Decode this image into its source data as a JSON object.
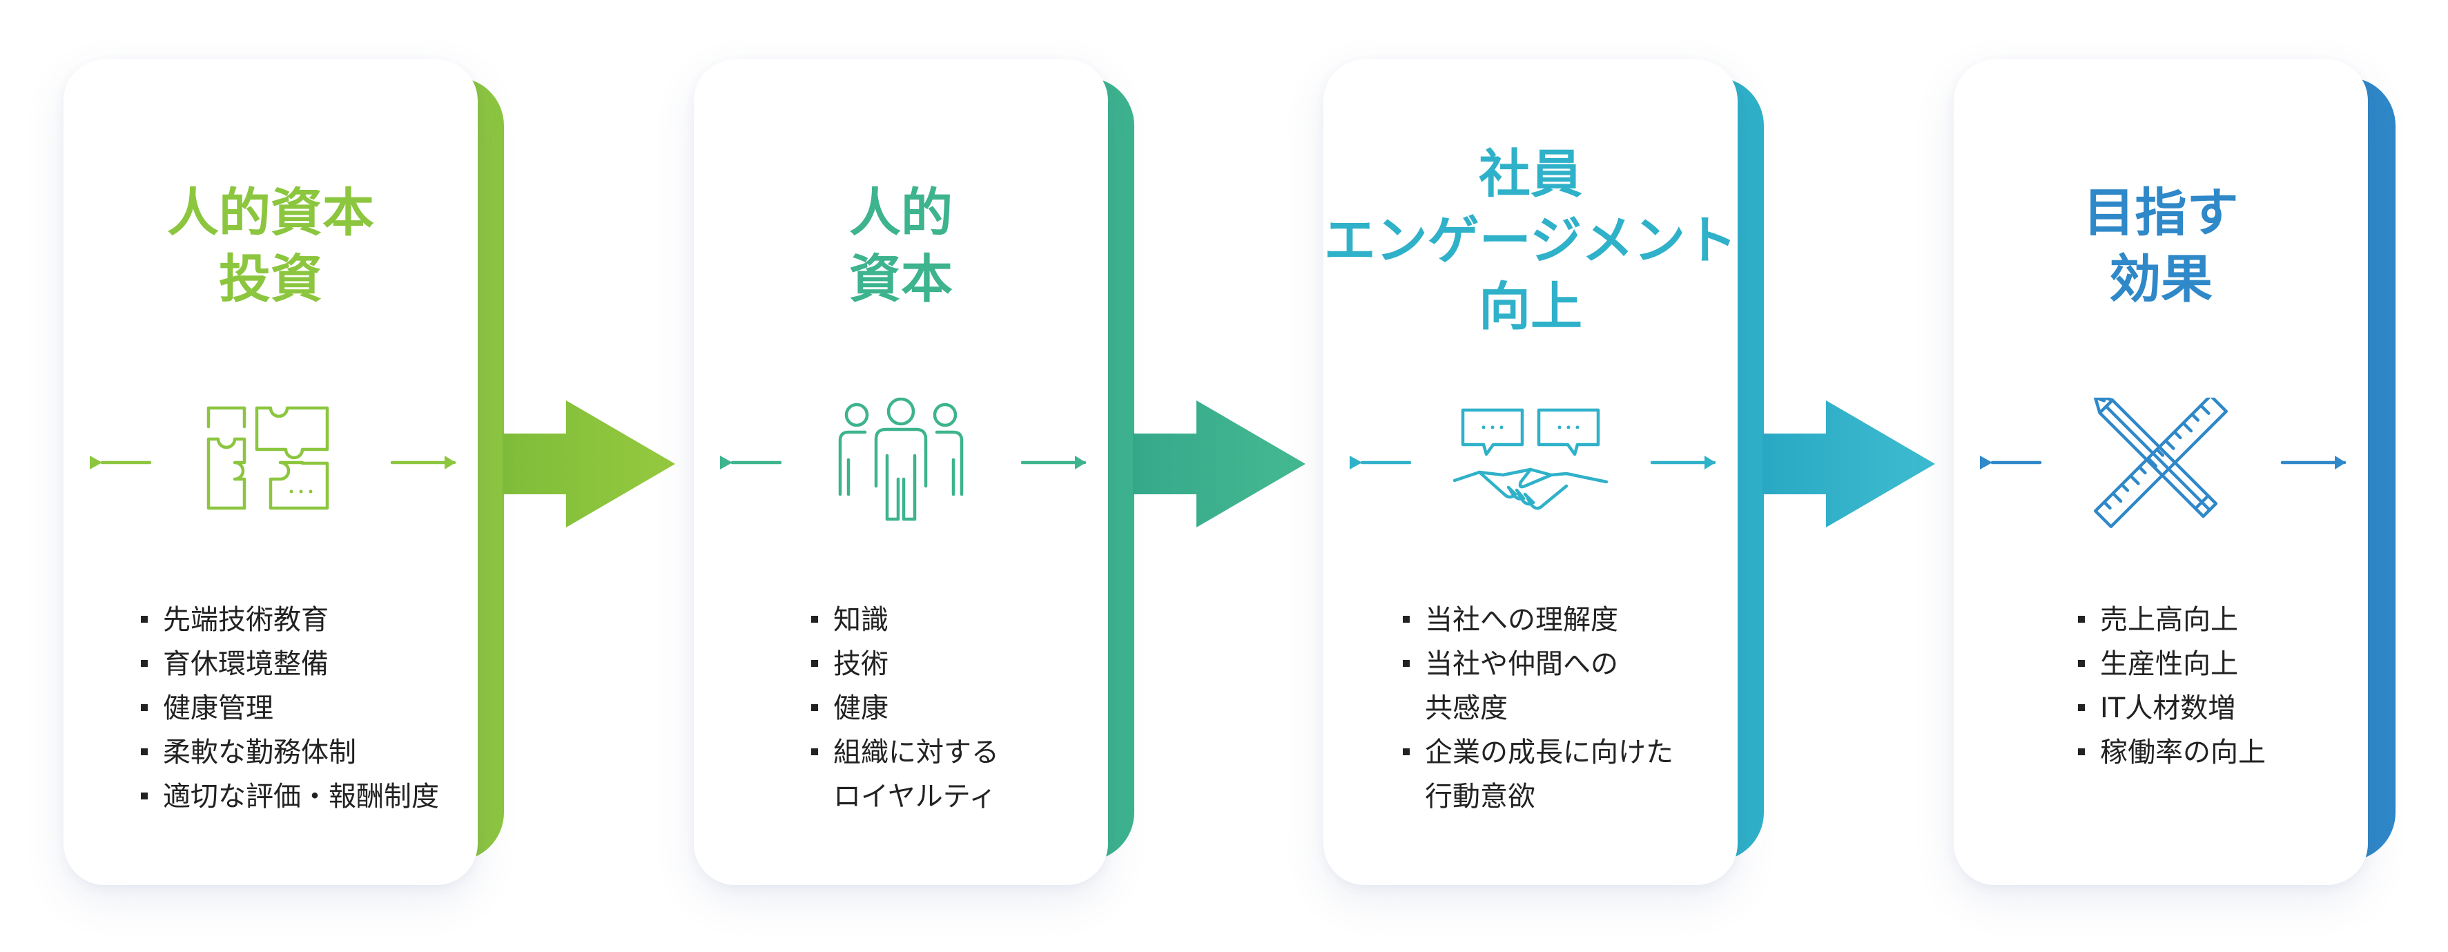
{
  "colors": {
    "green": "#8cc63f",
    "teal": "#3db38e",
    "cyan": "#2fb1c9",
    "blue": "#2f88c8"
  },
  "stages": [
    {
      "title_lines": [
        "人的資本",
        "投資"
      ],
      "icon": "puzzle-icon",
      "items": [
        "先端技術教育",
        "育休環境整備",
        "健康管理",
        "柔軟な勤務体制",
        "適切な評価・報酬制度"
      ]
    },
    {
      "title_lines": [
        "人的",
        "資本"
      ],
      "icon": "people-group-icon",
      "items": [
        "知識",
        "技術",
        "健康",
        "組織に対する",
        "ロイヤルティ"
      ]
    },
    {
      "title_lines": [
        "社員",
        "エンゲージメント",
        "向上"
      ],
      "icon": "handshake-chat-icon",
      "items": [
        "当社への理解度",
        "当社や仲間への",
        "共感度",
        "企業の成長に向けた",
        "行動意欲"
      ]
    },
    {
      "title_lines": [
        "目指す",
        "効果"
      ],
      "icon": "ruler-pencil-icon",
      "items": [
        "売上高向上",
        "生産性向上",
        "IT人材数増",
        "稼働率の向上"
      ]
    }
  ]
}
